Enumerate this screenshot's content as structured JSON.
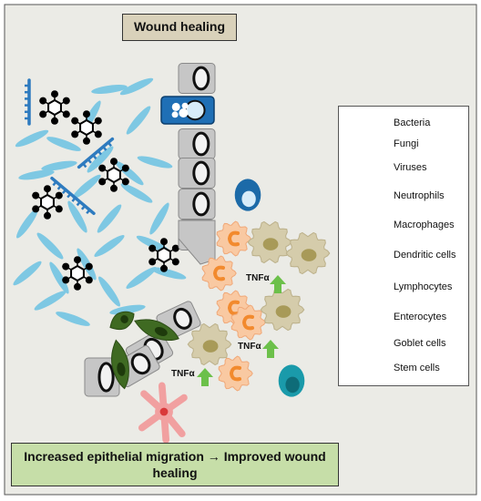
{
  "title": "Wound healing",
  "footer": "Increased epithelial migration → Improved wound healing",
  "annotations": {
    "tnf": "TNFα"
  },
  "legend": [
    {
      "label": "Bacteria",
      "icon": "bacteria-icon"
    },
    {
      "label": "Fungi",
      "icon": "fungi-icon"
    },
    {
      "label": "Viruses",
      "icon": "virus-icon"
    },
    {
      "label": "Neutrophils",
      "icon": "neutrophil-icon"
    },
    {
      "label": "Macrophages",
      "icon": "macrophage-icon"
    },
    {
      "label": "Dendritic cells",
      "icon": "dendritic-cell-icon"
    },
    {
      "label": "Lymphocytes",
      "icon": "lymphocyte-icon"
    },
    {
      "label": "Enterocytes",
      "icon": "enterocyte-icon"
    },
    {
      "label": "Goblet cells",
      "icon": "goblet-cell-icon"
    },
    {
      "label": "Stem cells",
      "icon": "stem-cell-icon"
    }
  ],
  "colors": {
    "background": "#ebebe6",
    "bacteria": "#7ec8e3",
    "fungi": "#2e7bbf",
    "virus": "#000000",
    "neutrophil": "#f9c9a2",
    "neutrophil_nucleus": "#f28a2e",
    "macrophage": "#d5ccab",
    "macrophage_nucleus": "#a89a58",
    "dendritic": "#f1a0a0",
    "dendritic_core": "#d9383a",
    "lymphocyte_blue": "#1c6aa8",
    "lymphocyte_teal": "#1a9aaa",
    "enterocyte": "#c6c6c6",
    "goblet": "#1f6fb5",
    "stem": "#3f6a22",
    "arrow": "#6cc04a",
    "title_box": "#d9d1ba",
    "footer_box": "#c6dea8"
  }
}
